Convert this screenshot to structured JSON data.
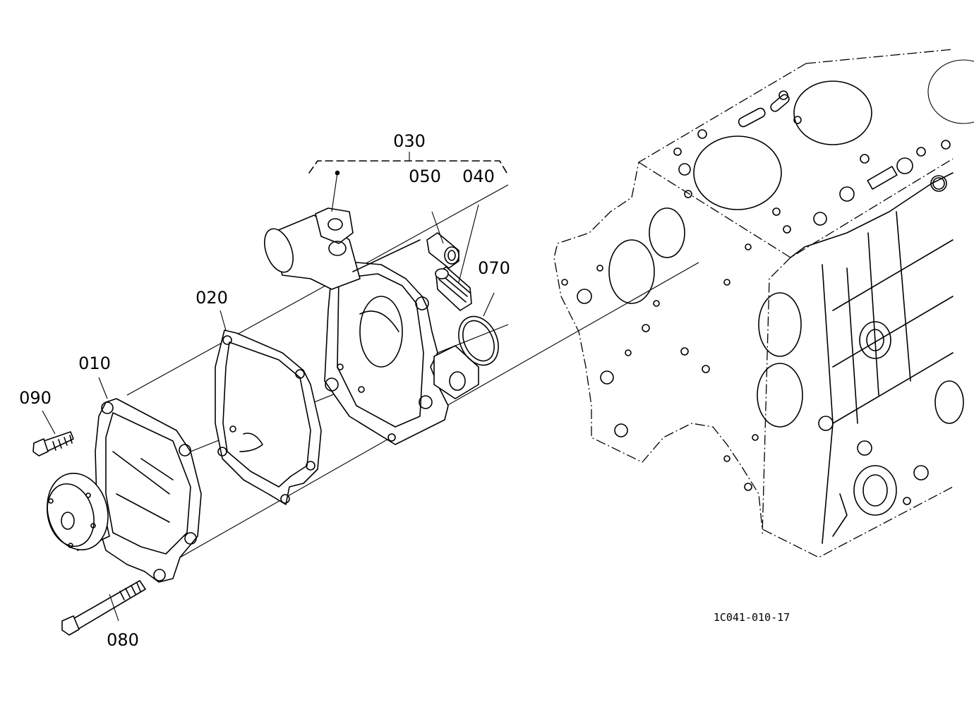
{
  "labels": {
    "p010": "010",
    "p020": "020",
    "p030": "030",
    "p040": "040",
    "p050": "050",
    "p070": "070",
    "p080": "080",
    "p090": "090"
  },
  "diagram_code": "1C041-010-17",
  "colors": {
    "ink": "#000000",
    "paper": "#ffffff"
  }
}
